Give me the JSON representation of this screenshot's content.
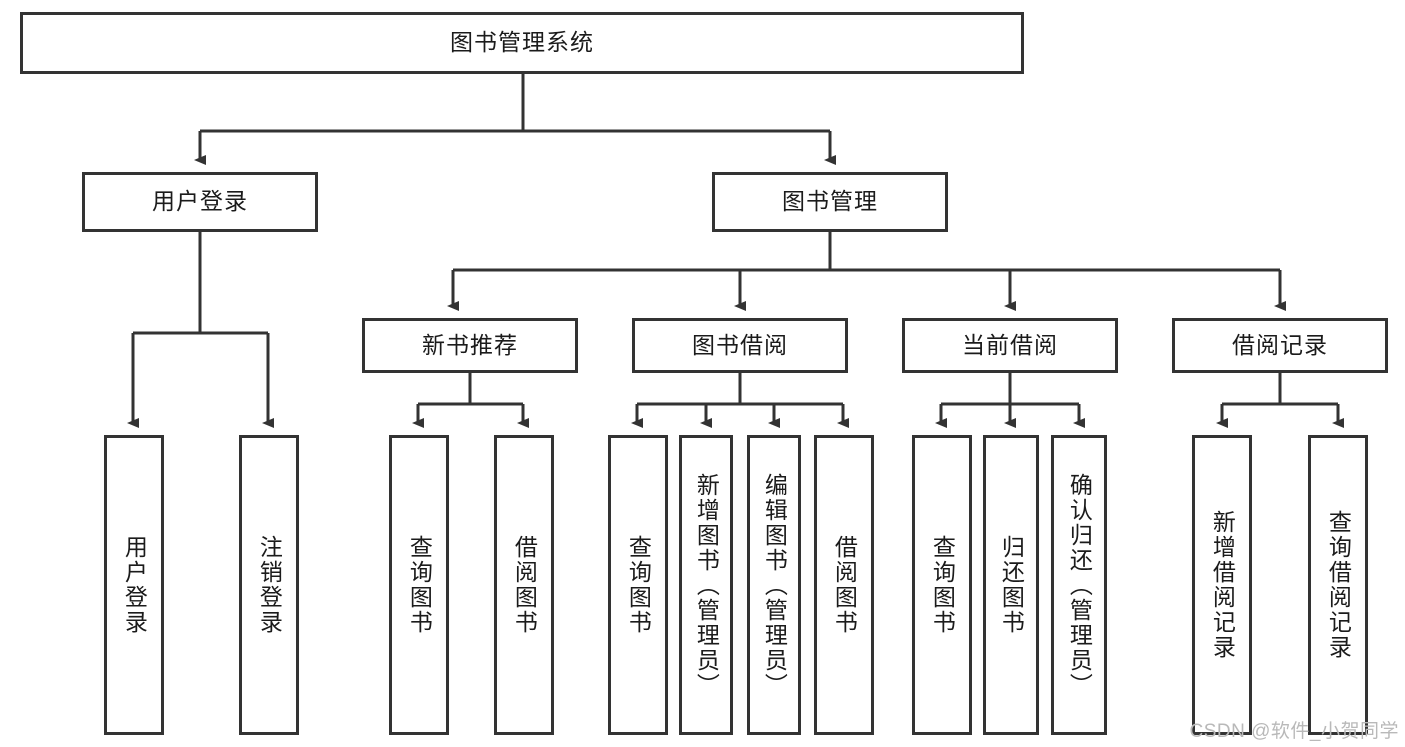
{
  "diagram": {
    "title": "图书管理系统",
    "type": "hierarchy-tree",
    "background_color": "#ffffff",
    "line_color": "#333333",
    "text_color": "#1b1b1b",
    "watermark": "CSDN @软件_小贺同学"
  },
  "nodes": {
    "root": {
      "label": "图书管理系统",
      "orientation": "horizontal"
    },
    "level1": [
      {
        "label": "用户登录",
        "orientation": "horizontal"
      },
      {
        "label": "图书管理",
        "orientation": "horizontal"
      }
    ],
    "level2": [
      {
        "label": "新书推荐",
        "orientation": "horizontal"
      },
      {
        "label": "图书借阅",
        "orientation": "horizontal"
      },
      {
        "label": "当前借阅",
        "orientation": "horizontal"
      },
      {
        "label": "借阅记录",
        "orientation": "horizontal"
      }
    ],
    "leaves_user_login": [
      {
        "label": "用户登录",
        "orientation": "vertical"
      },
      {
        "label": "注销登录",
        "orientation": "vertical"
      }
    ],
    "leaves_new_book": [
      {
        "label": "查询图书",
        "orientation": "vertical"
      },
      {
        "label": "借阅图书",
        "orientation": "vertical"
      }
    ],
    "leaves_borrow_book": [
      {
        "label": "查询图书",
        "orientation": "vertical"
      },
      {
        "label": "新增图书（管理员）",
        "orientation": "vertical"
      },
      {
        "label": "编辑图书（管理员）",
        "orientation": "vertical"
      },
      {
        "label": "借阅图书",
        "orientation": "vertical"
      }
    ],
    "leaves_current_borrow": [
      {
        "label": "查询图书",
        "orientation": "vertical"
      },
      {
        "label": "归还图书",
        "orientation": "vertical"
      },
      {
        "label": "确认归还（管理员）",
        "orientation": "vertical"
      }
    ],
    "leaves_borrow_record": [
      {
        "label": "新增借阅记录",
        "orientation": "vertical"
      },
      {
        "label": "查询借阅记录",
        "orientation": "vertical"
      }
    ]
  }
}
